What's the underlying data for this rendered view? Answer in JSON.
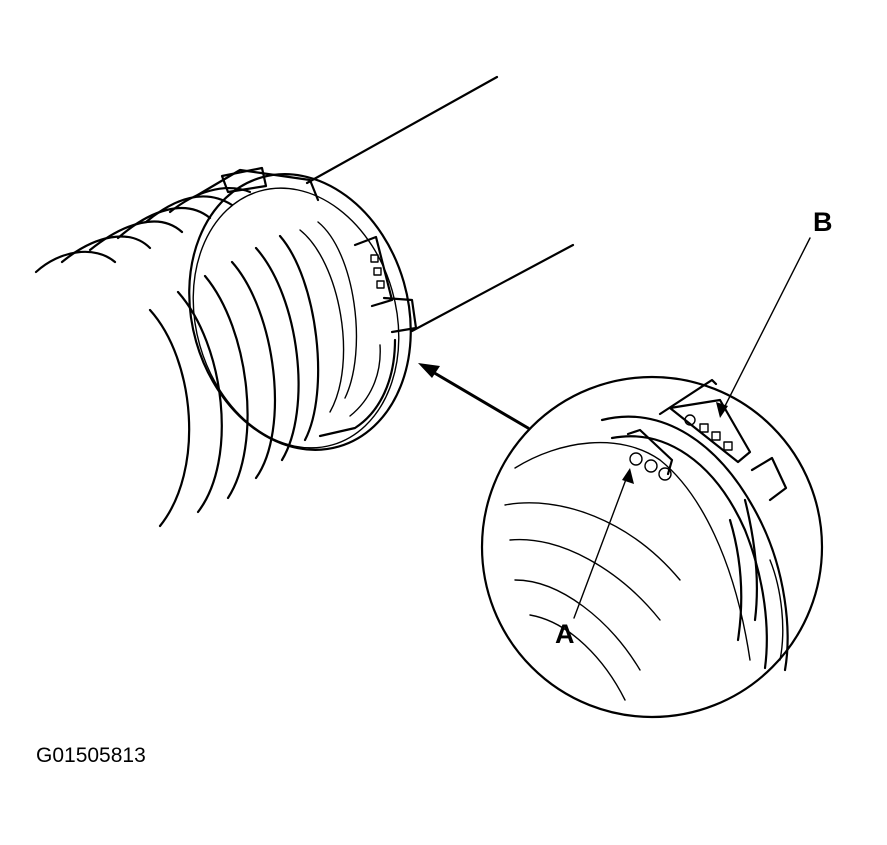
{
  "callouts": {
    "a": "A",
    "b": "B"
  },
  "figure_id": "G01505813",
  "colors": {
    "ink": "#000000",
    "paper": "#ffffff"
  }
}
